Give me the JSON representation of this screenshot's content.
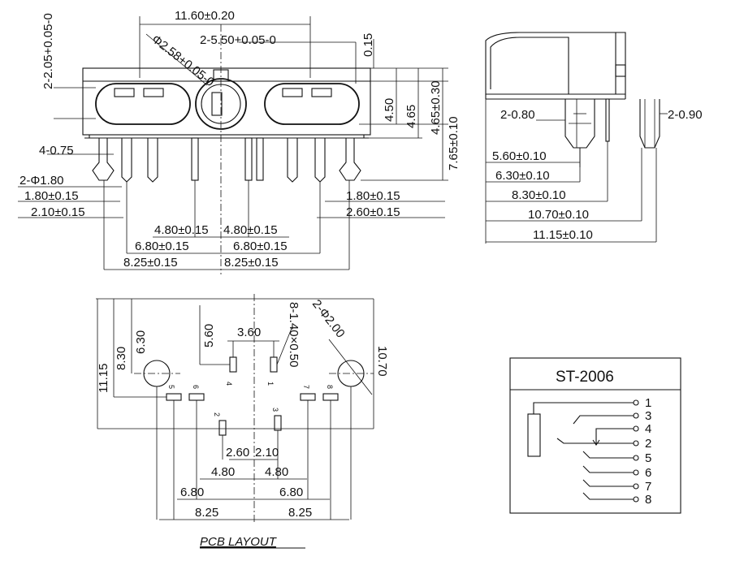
{
  "model": "ST-2006",
  "pcb_title": "PCB  LAYOUT",
  "front_view": {
    "dims": [
      {
        "id": "f-width",
        "text": "11.60±0.20"
      },
      {
        "id": "f-hole-dia",
        "text": "Φ2.58+0.05-0"
      },
      {
        "id": "f-slot",
        "text": "2-5.50+0.05-0"
      },
      {
        "id": "f-left-slot",
        "text": "2-2.05+0.05-0"
      },
      {
        "id": "f-top",
        "text": "0.15"
      },
      {
        "id": "f-h450",
        "text": "4.50"
      },
      {
        "id": "f-h465a",
        "text": "4.65"
      },
      {
        "id": "f-h465b",
        "text": "4.65±0.30"
      },
      {
        "id": "f-h765",
        "text": "7.65±0.10"
      },
      {
        "id": "f-pin075",
        "text": "4-0.75"
      },
      {
        "id": "f-phi180",
        "text": "2-Φ1.80"
      },
      {
        "id": "f-l180",
        "text": "1.80±0.15"
      },
      {
        "id": "f-l210",
        "text": "2.10±0.15"
      },
      {
        "id": "f-r180",
        "text": "1.80±0.15"
      },
      {
        "id": "f-r260",
        "text": "2.60±0.15"
      },
      {
        "id": "f-480l",
        "text": "4.80±0.15"
      },
      {
        "id": "f-480r",
        "text": "4.80±0.15"
      },
      {
        "id": "f-680l",
        "text": "6.80±0.15"
      },
      {
        "id": "f-680r",
        "text": "6.80±0.15"
      },
      {
        "id": "f-825l",
        "text": "8.25±0.15"
      },
      {
        "id": "f-825r",
        "text": "8.25±0.15"
      }
    ]
  },
  "side_view": {
    "dims": [
      {
        "id": "s-080",
        "text": "2-0.80"
      },
      {
        "id": "s-090",
        "text": "2-0.90"
      },
      {
        "id": "s-560",
        "text": "5.60±0.10"
      },
      {
        "id": "s-630",
        "text": "6.30±0.10"
      },
      {
        "id": "s-830",
        "text": "8.30±0.10"
      },
      {
        "id": "s-1070",
        "text": "10.70±0.10"
      },
      {
        "id": "s-1115",
        "text": "11.15±0.10"
      }
    ]
  },
  "pcb_layout": {
    "dims": [
      {
        "id": "p-1115",
        "text": "11.15"
      },
      {
        "id": "p-830",
        "text": "8.30"
      },
      {
        "id": "p-630",
        "text": "6.30"
      },
      {
        "id": "p-560",
        "text": "5.60"
      },
      {
        "id": "p-360",
        "text": "3.60"
      },
      {
        "id": "p-slots",
        "text": "8-1.40×0.50"
      },
      {
        "id": "p-holes",
        "text": "2-Φ2.00"
      },
      {
        "id": "p-1070",
        "text": "10.70"
      },
      {
        "id": "p-260",
        "text": "2.60"
      },
      {
        "id": "p-210",
        "text": "2.10"
      },
      {
        "id": "p-480l",
        "text": "4.80"
      },
      {
        "id": "p-480r",
        "text": "4.80"
      },
      {
        "id": "p-680l",
        "text": "6.80"
      },
      {
        "id": "p-680r",
        "text": "6.80"
      },
      {
        "id": "p-825l",
        "text": "8.25"
      },
      {
        "id": "p-825r",
        "text": "8.25"
      }
    ],
    "pins": [
      "1",
      "2",
      "3",
      "4",
      "5",
      "6",
      "7",
      "8"
    ]
  },
  "schematic": {
    "pins": [
      "1",
      "3",
      "4",
      "2",
      "5",
      "6",
      "7",
      "8"
    ]
  }
}
